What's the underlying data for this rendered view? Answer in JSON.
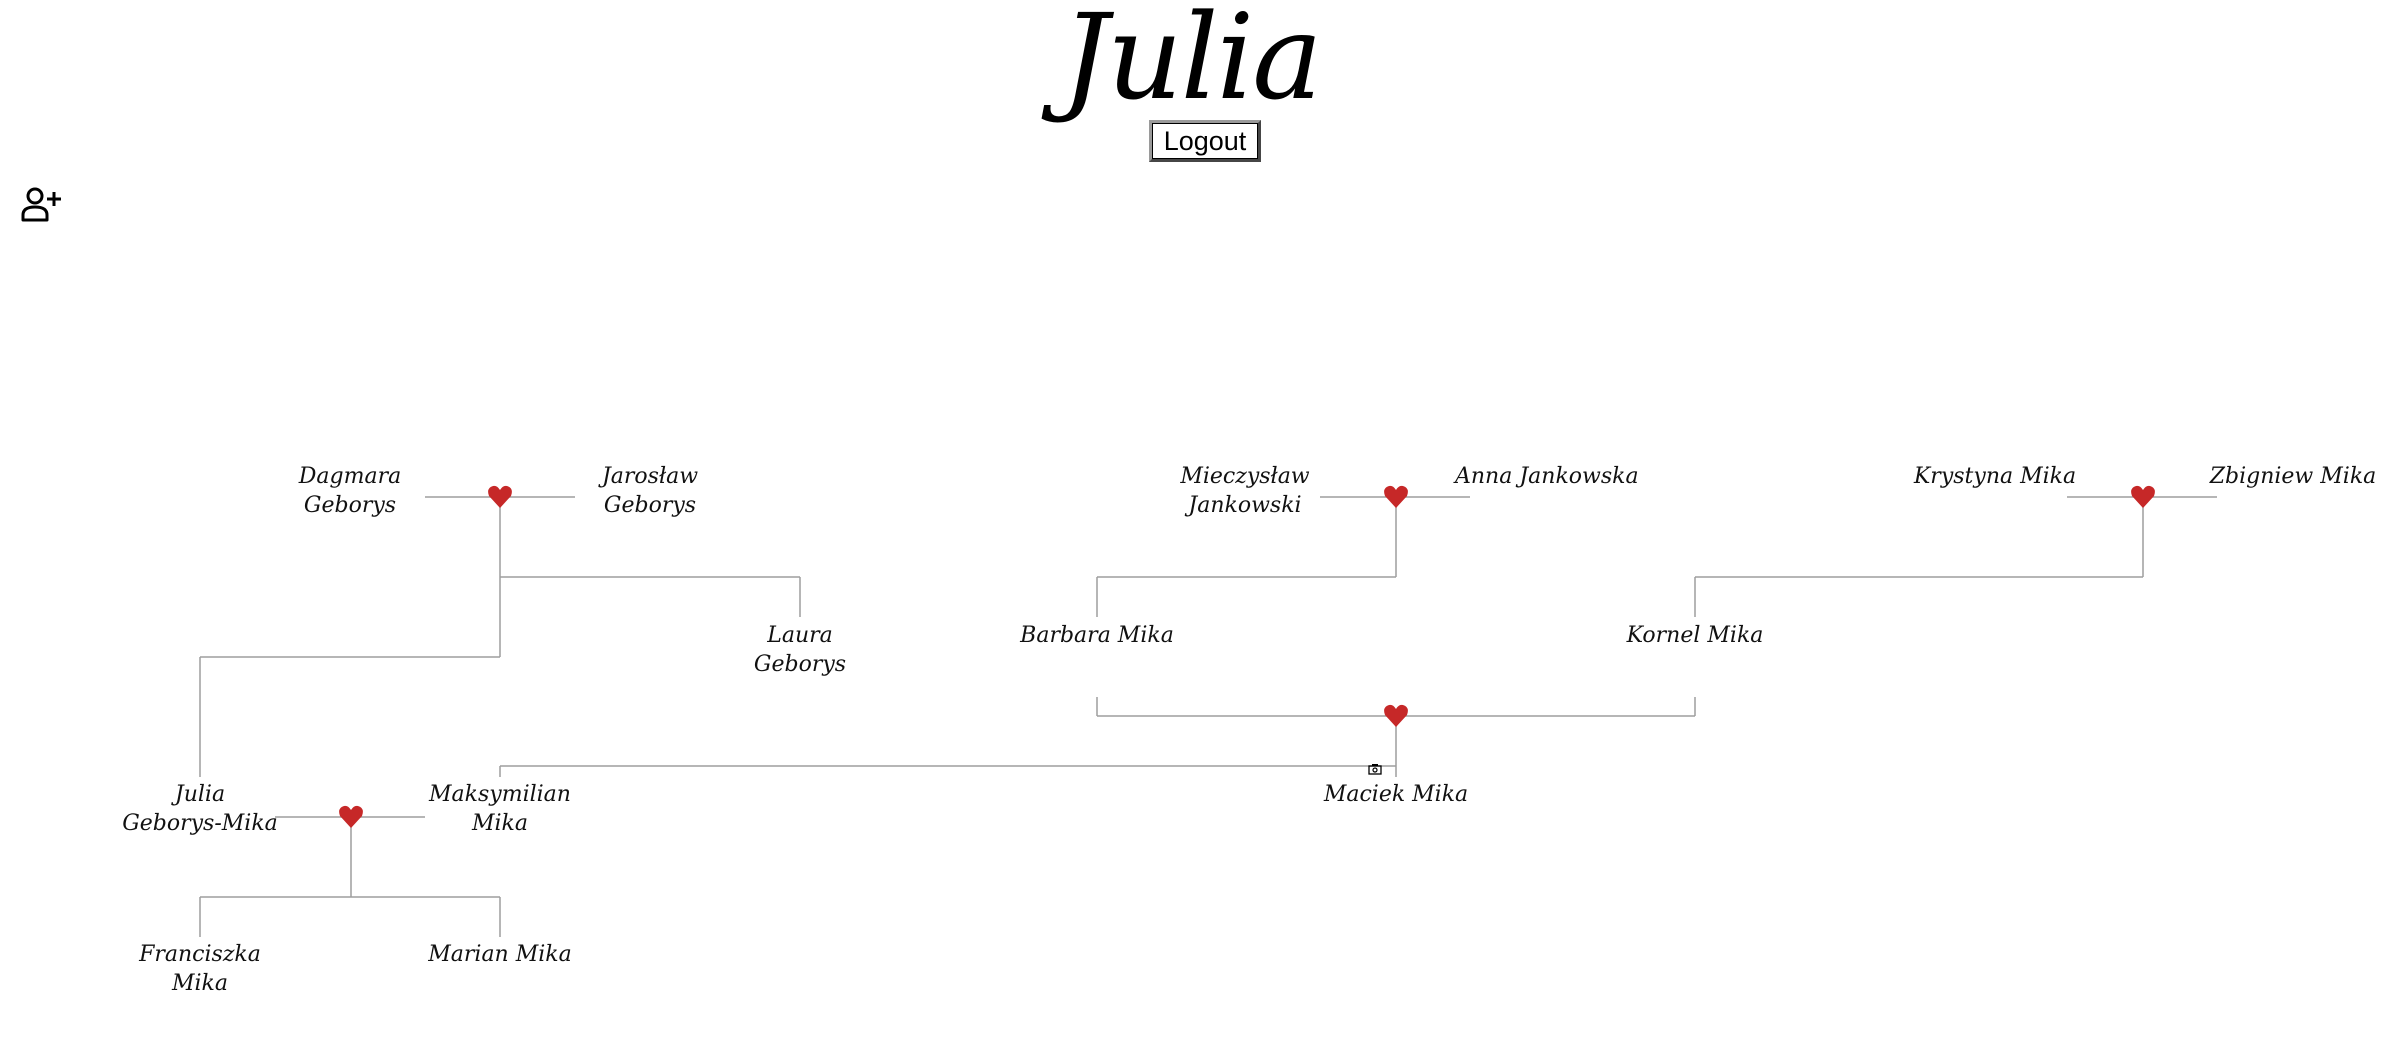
{
  "header": {
    "title": "Julia",
    "logout_label": "Logout"
  },
  "toolbar": {
    "add_person_icon": "person-plus-icon"
  },
  "colors": {
    "heart": "#c62828",
    "connector": "#9e9e9e",
    "text": "#111111"
  },
  "people": {
    "dagmara": [
      "Dagmara",
      "Geborys"
    ],
    "jaroslaw": [
      "Jarosław",
      "Geborys"
    ],
    "mieczyslaw": [
      "Mieczysław",
      "Jankowski"
    ],
    "anna": [
      "Anna Jankowska"
    ],
    "krystyna": [
      "Krystyna Mika"
    ],
    "zbigniew": [
      "Zbigniew Mika"
    ],
    "laura": [
      "Laura",
      "Geborys"
    ],
    "barbara": [
      "Barbara Mika"
    ],
    "kornel": [
      "Kornel Mika"
    ],
    "julia": [
      "Julia",
      "Geborys-Mika"
    ],
    "maksymilian": [
      "Maksymilian",
      "Mika"
    ],
    "maciek": [
      "Maciek Mika"
    ],
    "franciszka": [
      "Franciszka",
      "Mika"
    ],
    "marian": [
      "Marian Mika"
    ]
  }
}
